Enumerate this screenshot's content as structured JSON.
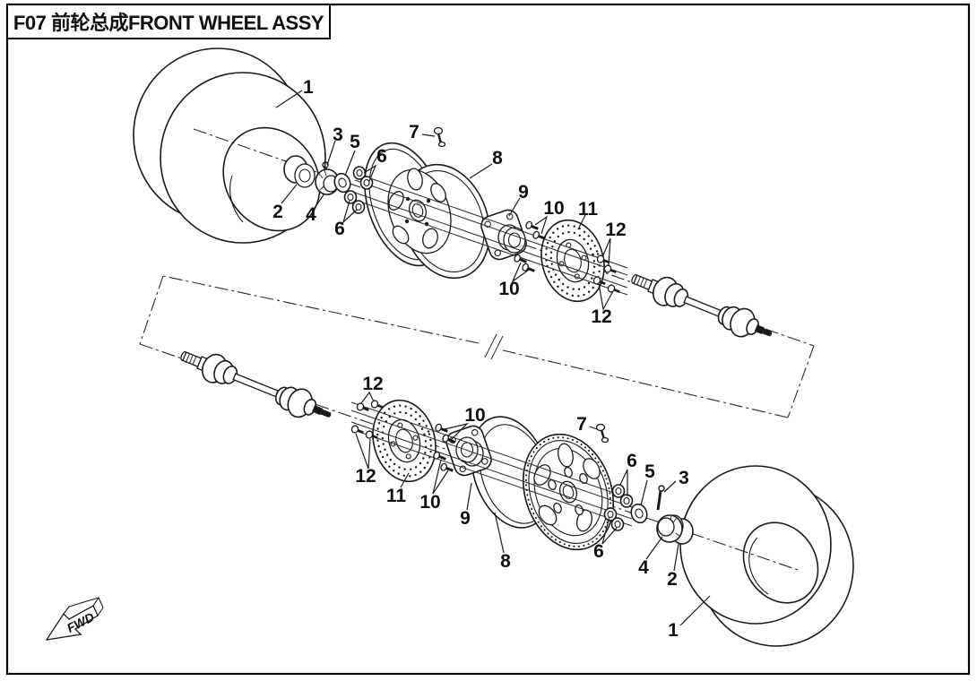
{
  "title": {
    "text": "F07 前轮总成FRONT WHEEL ASSY"
  },
  "direction_marker": {
    "label": "FWD"
  },
  "callouts": {
    "n1": "1",
    "n2": "2",
    "n3": "3",
    "n4": "4",
    "n5": "5",
    "n6": "6",
    "n7": "7",
    "n8": "8",
    "n9": "9",
    "n10": "10",
    "n11": "11",
    "n12": "12"
  }
}
